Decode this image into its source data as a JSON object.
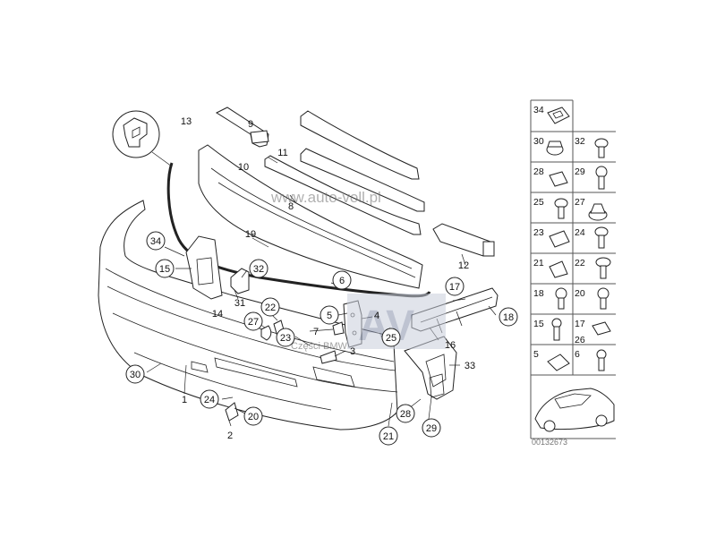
{
  "watermark": {
    "url_text": "www.auto-voll.pl",
    "logo_letters": "AV",
    "sub_text": "Części BMW"
  },
  "diagram": {
    "callouts": [
      {
        "id": "c13",
        "label": "13",
        "circled": false
      },
      {
        "id": "c9",
        "label": "9",
        "circled": false
      },
      {
        "id": "c11",
        "label": "11",
        "circled": false
      },
      {
        "id": "c10",
        "label": "10",
        "circled": false
      },
      {
        "id": "c8",
        "label": "8",
        "circled": false
      },
      {
        "id": "c19",
        "label": "19",
        "circled": false
      },
      {
        "id": "c12",
        "label": "12",
        "circled": false
      },
      {
        "id": "c34",
        "label": "34",
        "circled": true
      },
      {
        "id": "c15",
        "label": "15",
        "circled": true
      },
      {
        "id": "c32",
        "label": "32",
        "circled": true
      },
      {
        "id": "c14",
        "label": "14",
        "circled": false
      },
      {
        "id": "c31",
        "label": "31",
        "circled": false
      },
      {
        "id": "c6",
        "label": "6",
        "circled": true
      },
      {
        "id": "c17",
        "label": "17",
        "circled": true
      },
      {
        "id": "c18",
        "label": "18",
        "circled": true
      },
      {
        "id": "c22",
        "label": "22",
        "circled": true
      },
      {
        "id": "c27",
        "label": "27",
        "circled": true
      },
      {
        "id": "c5",
        "label": "5",
        "circled": true
      },
      {
        "id": "c4",
        "label": "4",
        "circled": false
      },
      {
        "id": "c7",
        "label": "7",
        "circled": false
      },
      {
        "id": "c23",
        "label": "23",
        "circled": true
      },
      {
        "id": "c25",
        "label": "25",
        "circled": true
      },
      {
        "id": "c16",
        "label": "16",
        "circled": false
      },
      {
        "id": "c3",
        "label": "3",
        "circled": false
      },
      {
        "id": "c33",
        "label": "33",
        "circled": false
      },
      {
        "id": "c30",
        "label": "30",
        "circled": true
      },
      {
        "id": "c1",
        "label": "1",
        "circled": false
      },
      {
        "id": "c24",
        "label": "24",
        "circled": true
      },
      {
        "id": "c20",
        "label": "20",
        "circled": true
      },
      {
        "id": "c2",
        "label": "2",
        "circled": false
      },
      {
        "id": "c28",
        "label": "28",
        "circled": true
      },
      {
        "id": "c29",
        "label": "29",
        "circled": true
      },
      {
        "id": "c21",
        "label": "21",
        "circled": true
      }
    ]
  },
  "parts_grid": {
    "cells": [
      {
        "label": "34"
      },
      {
        "label": "30"
      },
      {
        "label": "32"
      },
      {
        "label": "28"
      },
      {
        "label": "29"
      },
      {
        "label": "25"
      },
      {
        "label": "27"
      },
      {
        "label": "23"
      },
      {
        "label": "24"
      },
      {
        "label": "21"
      },
      {
        "label": "22"
      },
      {
        "label": "18"
      },
      {
        "label": "20"
      },
      {
        "label": "15"
      },
      {
        "label": "17"
      },
      {
        "label": "26"
      },
      {
        "label": "5"
      },
      {
        "label": "6"
      }
    ],
    "diagram_code": "00132673"
  }
}
